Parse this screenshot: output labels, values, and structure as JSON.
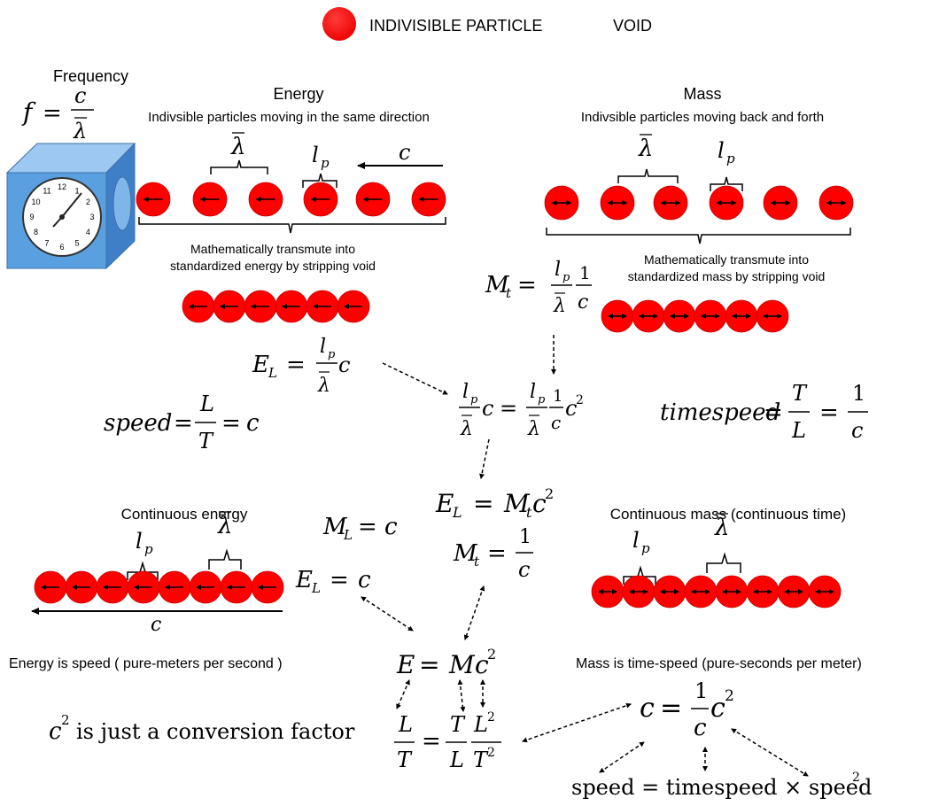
{
  "legend": {
    "particle_label": "INDIVISIBLE PARTICLE",
    "void_label": "VOID"
  },
  "frequency": {
    "label": "Frequency",
    "f": "f",
    "c": "c",
    "lambda": "λ",
    "clock_numbers": [
      "12",
      "1",
      "2",
      "3",
      "4",
      "5",
      "6",
      "7",
      "8",
      "9",
      "10",
      "11"
    ]
  },
  "energy": {
    "title": "Energy",
    "subtitle": "Indivsible particles moving in the same direction",
    "transmute_line1": "Mathematically transmute into",
    "transmute_line2": "standardized energy by stripping void",
    "lambda_label": "λ",
    "lp_label": "l",
    "lp_sub": "p",
    "c_label": "c"
  },
  "mass": {
    "title": "Mass",
    "subtitle": "Indivsible particles moving back and forth",
    "transmute_line1": "Mathematically transmute into",
    "transmute_line2": "standardized mass by stripping void",
    "lambda_label": "λ",
    "lp_label": "l",
    "lp_sub": "p"
  },
  "equations": {
    "EL_left": "E",
    "EL_sub": "L",
    "Mt_left": "M",
    "Mt_sub": "t",
    "speed": "speed",
    "timespeed": "timespeed",
    "L": "L",
    "T": "T",
    "one": "1",
    "c": "c",
    "two": "2",
    "ML_eq": "c",
    "EL_eq": "c",
    "EMc2_E": "E",
    "EMc2_M": "M",
    "conversion_text": "is just a conversion factor",
    "bottom_relation": "speed = timespeed × speed",
    "equals": "="
  },
  "continuous": {
    "energy_title": "Continuous energy",
    "mass_title": "Continuous mass (continuous time)",
    "energy_caption": "Energy is speed ( pure-meters per second )",
    "mass_caption": "Mass is time-speed (pure-seconds per meter)"
  },
  "colors": {
    "particle": "#ff0000",
    "clock_body": "#5aa0e0",
    "ink": "#000000"
  }
}
